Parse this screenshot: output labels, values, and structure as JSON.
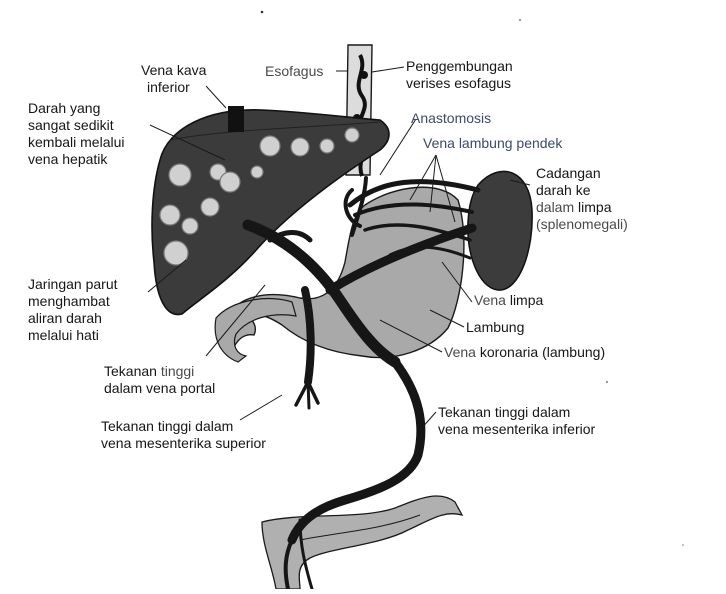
{
  "colors": {
    "background": "#ffffff",
    "liver": "#3b3b3b",
    "stomach": "#a9a9a9",
    "vessels": "#161616",
    "spleen": "#3c3c3c",
    "ink": "#161616"
  },
  "labels": {
    "vena_kava": [
      "Vena kava",
      "inferior"
    ],
    "darah_sedikit": [
      "Darah yang",
      "sangat sedikit",
      "kembali melalui",
      "vena hepatik"
    ],
    "jaringan_parut": [
      "Jaringan parut",
      "menghambat",
      "aliran darah",
      "melalui hati"
    ],
    "tekanan_portal": {
      "line1_a": "Tekanan ",
      "line1_b": "tinggi",
      "line2": "dalam vena portal"
    },
    "tekanan_superior": [
      "Tekanan tinggi dalam",
      "vena mesenterika superior"
    ],
    "esofagus": "Esofagus",
    "penggembungan": [
      "Penggembungan",
      "verises esofagus"
    ],
    "anastomosis": "Anastomosis",
    "vena_lambung_pendek": "Vena lambung pendek",
    "cadangan": {
      "line1": "Cadangan",
      "line2": "darah ke",
      "line3_a": "dalam",
      "line3_b": " limpa",
      "line4": "(splenomegali)"
    },
    "vena_limpa": {
      "a": "Vena",
      "b": " limpa"
    },
    "lambung": "Lambung",
    "vena_koronaria": {
      "a": "Vena",
      "b": " koronaria (lambung)"
    },
    "tekanan_inferior": [
      "Tekanan tinggi dalam",
      "vena mesenterika inferior"
    ]
  }
}
